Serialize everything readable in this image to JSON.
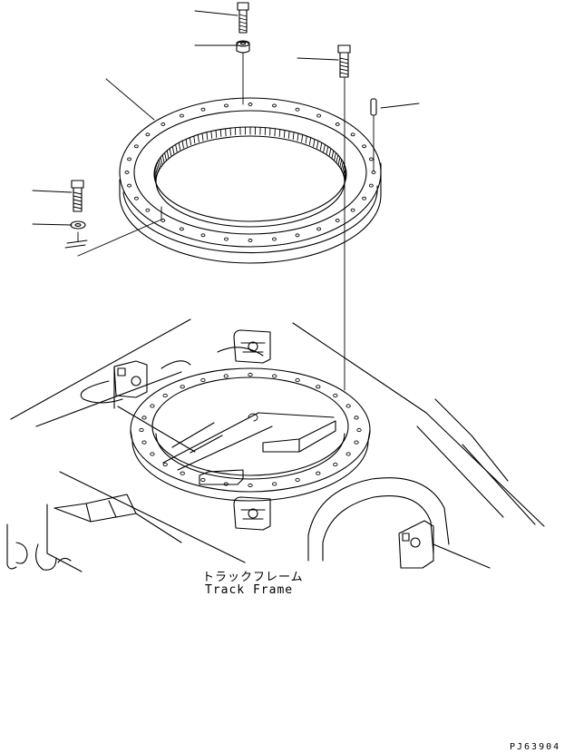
{
  "labels": {
    "japanese": "トラックフレーム",
    "english": "Track Frame"
  },
  "drawing_code": "PJ63904",
  "colors": {
    "line": "#000000",
    "background": "#ffffff"
  }
}
